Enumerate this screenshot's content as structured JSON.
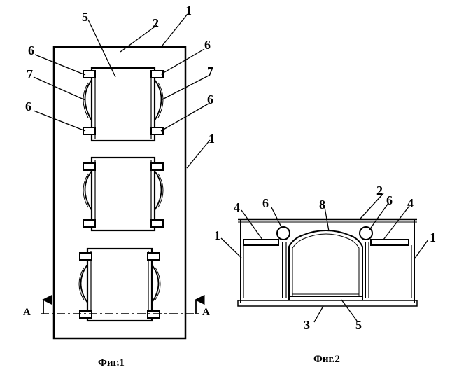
{
  "figures": {
    "fig1_caption": "Фиг.1",
    "fig2_caption": "Фиг.2"
  },
  "labels": {
    "n1": "1",
    "n2": "2",
    "n3": "3",
    "n4": "4",
    "n5": "5",
    "n6": "6",
    "n7": "7",
    "n8": "8",
    "section_a": "A"
  }
}
